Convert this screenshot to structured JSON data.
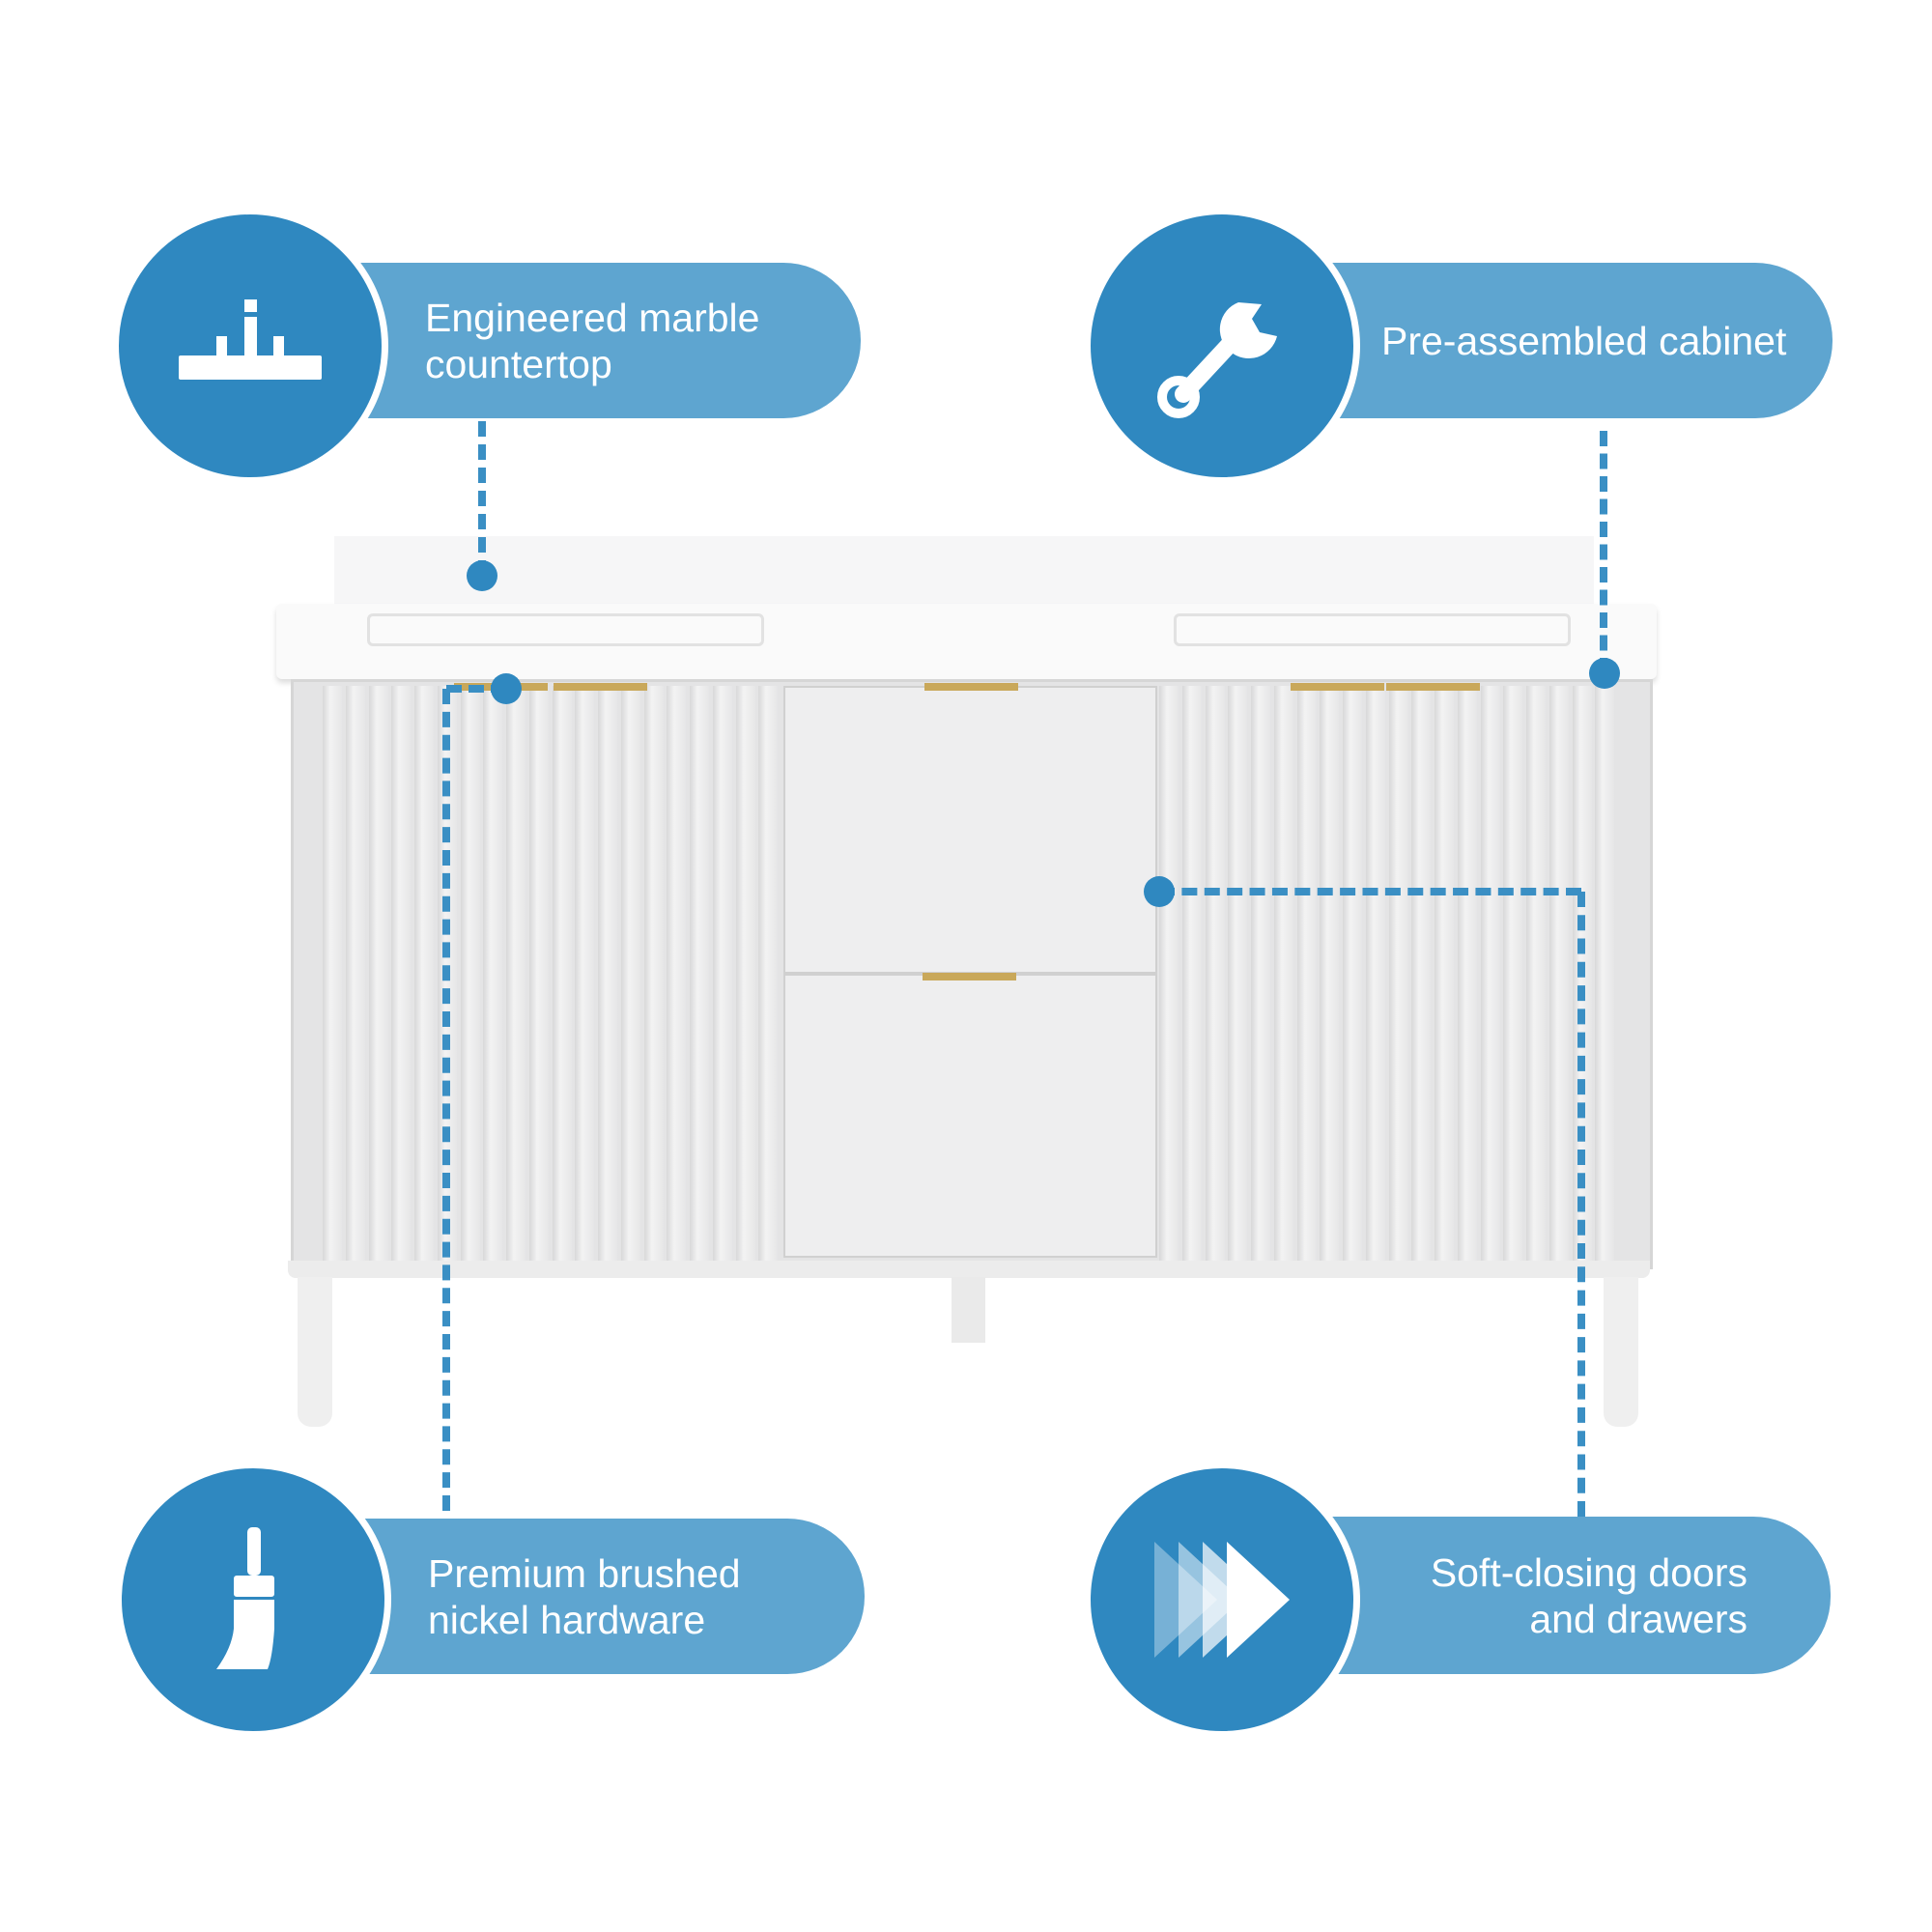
{
  "features": [
    {
      "label_line1": "Engineered marble",
      "label_line2": "countertop",
      "icon": "countertop-icon"
    },
    {
      "label_line1": "Pre-assembled cabinet",
      "icon": "wrench-icon"
    },
    {
      "label_line1": "Premium brushed",
      "label_line2": "nickel hardware",
      "icon": "brush-icon"
    },
    {
      "label_line1": "Soft-closing doors",
      "label_line2": "and drawers",
      "icon": "fast-forward-icon"
    }
  ],
  "colors": {
    "circle": "#2f88c0",
    "pill": "#5ea5d0",
    "cabinet": "#e9e9ea",
    "handle": "#c9a85a"
  }
}
